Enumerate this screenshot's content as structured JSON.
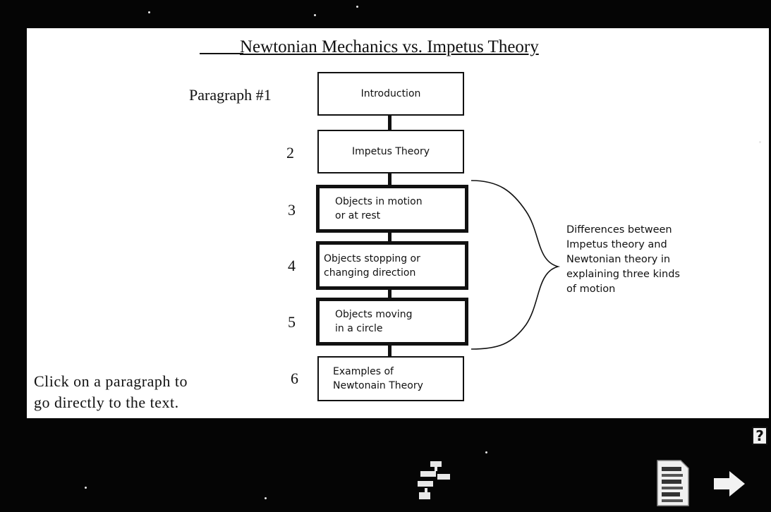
{
  "title": "Newtonian Mechanics vs. Impetus Theory",
  "paragraph_label": "Paragraph #",
  "paragraphs": [
    {
      "number": "1",
      "label": "Introduction"
    },
    {
      "number": "2",
      "label": "Impetus Theory"
    },
    {
      "number": "3",
      "label": "Objects in motion\nor at rest"
    },
    {
      "number": "4",
      "label": "Objects stopping or\nchanging direction"
    },
    {
      "number": "5",
      "label": "Objects moving\nin a circle"
    },
    {
      "number": "6",
      "label": "Examples of\nNewtonain Theory"
    }
  ],
  "bracket_note": "Differences between\nImpetus theory and\nNewtonian theory in\nexplaining three kinds\nof motion",
  "instruction": "Click on a paragraph to\ngo directly to the text.",
  "help_label": "?",
  "nav_icons": {
    "map": "paragraph-map-icon",
    "text": "text-page-icon",
    "next": "next-arrow-icon"
  }
}
